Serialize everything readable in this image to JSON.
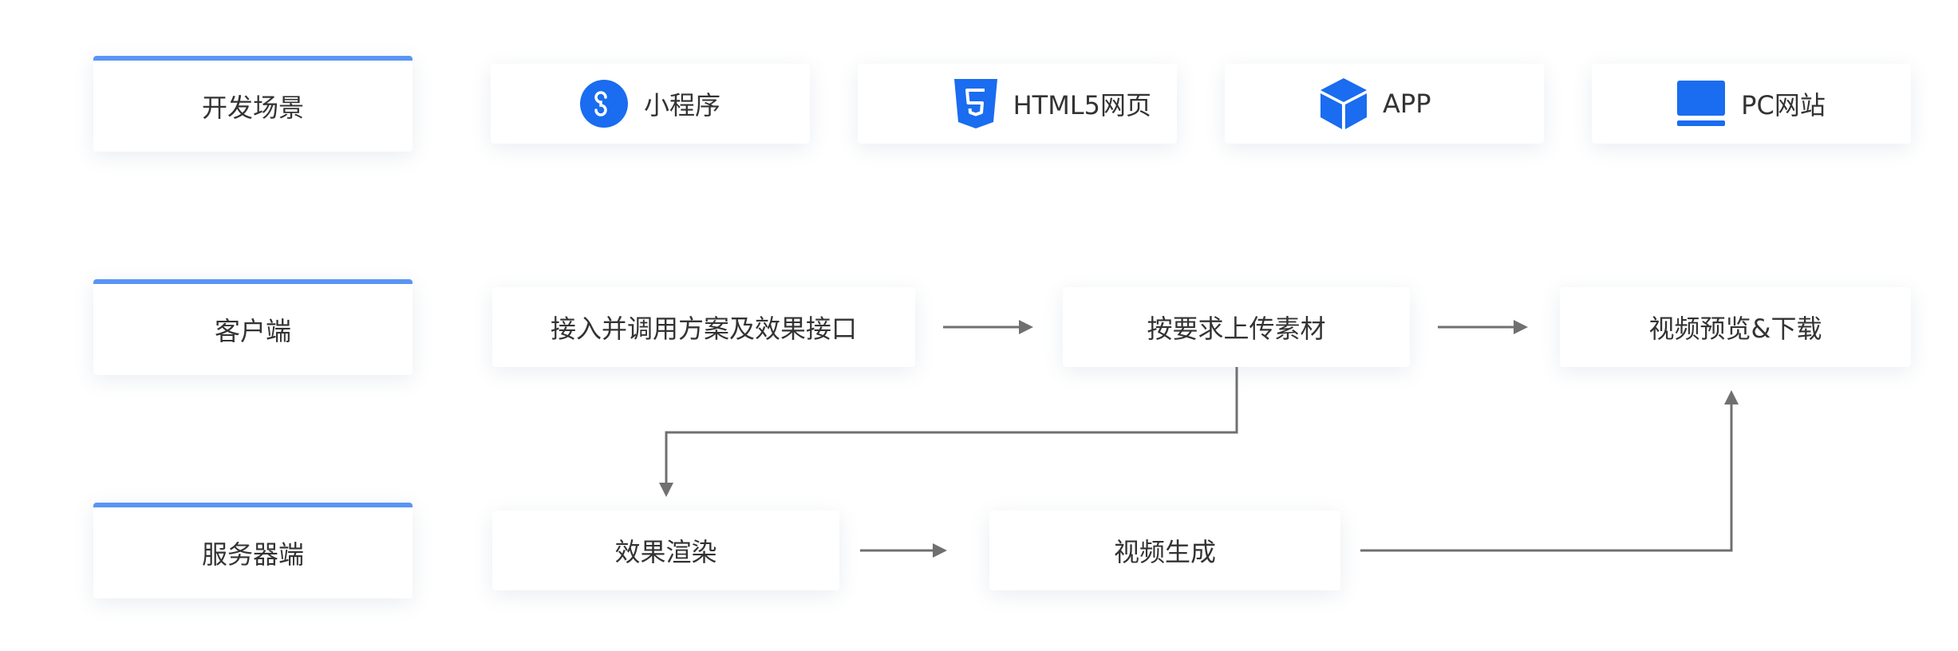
{
  "colors": {
    "accent": "#5a95f5",
    "icon_blue": "#1a6cf0",
    "arrow": "#707070"
  },
  "rows": {
    "scenarios_label": "开发场景",
    "client_label": "客户端",
    "server_label": "服务器端"
  },
  "platforms": {
    "miniprogram": {
      "label": "小程序",
      "icon": "mini-program-icon"
    },
    "html5": {
      "label": "HTML5网页",
      "icon": "html5-icon"
    },
    "app": {
      "label": "APP",
      "icon": "cube-icon"
    },
    "pc": {
      "label": "PC网站",
      "icon": "monitor-icon"
    }
  },
  "client_steps": {
    "integrate": "接入并调用方案及效果接口",
    "upload": "按要求上传素材",
    "preview": "视频预览&下载"
  },
  "server_steps": {
    "render": "效果渲染",
    "generate": "视频生成"
  }
}
